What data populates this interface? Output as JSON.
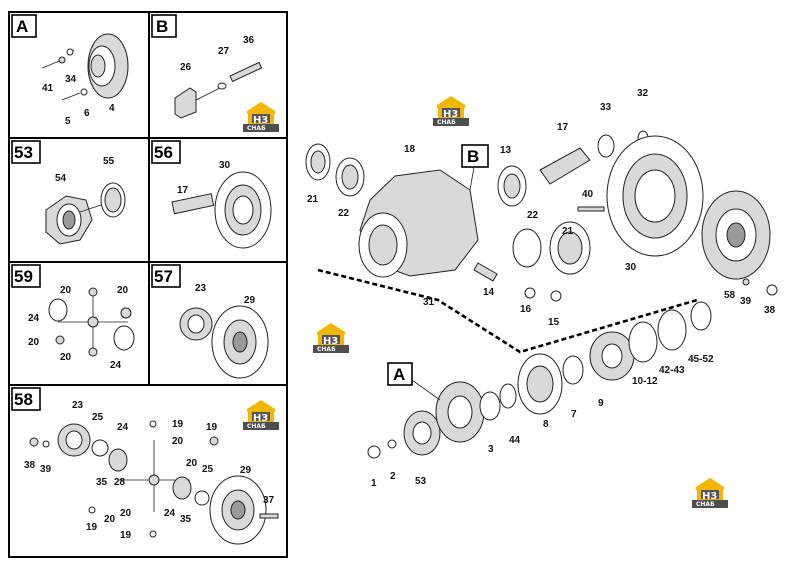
{
  "panels": {
    "A": {
      "letter": "A",
      "labels": [
        "41",
        "34",
        "4",
        "5",
        "6"
      ]
    },
    "B": {
      "letter": "B",
      "labels": [
        "26",
        "27",
        "36"
      ]
    },
    "p53": {
      "letter": "53",
      "labels": [
        "54",
        "55"
      ]
    },
    "p56": {
      "letter": "56",
      "labels": [
        "17",
        "30"
      ]
    },
    "p59": {
      "letter": "59",
      "labels": [
        "20",
        "20",
        "24",
        "20",
        "20",
        "24"
      ]
    },
    "p57": {
      "letter": "57",
      "labels": [
        "23",
        "29"
      ]
    },
    "p58": {
      "letter": "58",
      "labels": [
        "23",
        "25",
        "19",
        "24",
        "20",
        "19",
        "38",
        "39",
        "20",
        "25",
        "35",
        "28",
        "29",
        "37",
        "19",
        "20",
        "20",
        "24",
        "35",
        "19"
      ]
    }
  },
  "main": {
    "callout_A": "A",
    "callout_B": "B",
    "labels": [
      "21",
      "22",
      "18",
      "13",
      "17",
      "33",
      "32",
      "40",
      "22",
      "21",
      "31",
      "14",
      "16",
      "15",
      "30",
      "58",
      "39",
      "38",
      "1",
      "2",
      "53",
      "3",
      "44",
      "8",
      "7",
      "9",
      "10-12",
      "42-43",
      "45-52"
    ]
  },
  "logo": {
    "mark": "H3",
    "text": "CHAБ"
  }
}
